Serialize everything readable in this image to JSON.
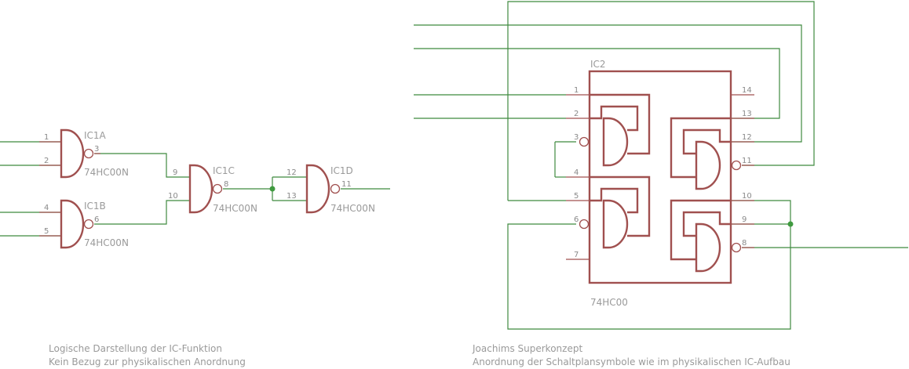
{
  "left_section": {
    "gates": [
      {
        "ref": "IC1A",
        "value": "74HC00N",
        "pin_a": "1",
        "pin_b": "2",
        "pin_out": "3"
      },
      {
        "ref": "IC1B",
        "value": "74HC00N",
        "pin_a": "4",
        "pin_b": "5",
        "pin_out": "6"
      },
      {
        "ref": "IC1C",
        "value": "74HC00N",
        "pin_a": "9",
        "pin_b": "10",
        "pin_out": "8"
      },
      {
        "ref": "IC1D",
        "value": "74HC00N",
        "pin_a": "12",
        "pin_b": "13",
        "pin_out": "11"
      }
    ],
    "caption_line1": "Logische Darstellung der IC-Funktion",
    "caption_line2": "Kein Bezug zur physikalischen Anordnung"
  },
  "right_section": {
    "ic_ref": "IC2",
    "ic_value": "74HC00",
    "left_pins": [
      "1",
      "2",
      "3",
      "4",
      "5",
      "6",
      "7"
    ],
    "right_pins": [
      "14",
      "13",
      "12",
      "11",
      "10",
      "9",
      "8"
    ],
    "caption_line1": "Joachims Superkonzept",
    "caption_line2": "Anordnung der Schaltplansymbole wie im physikalischen IC-Aufbau"
  },
  "colors": {
    "wire": "#3f8a3f",
    "symbol": "#a0504f",
    "text": "#9a9a9a",
    "junction": "#3f9a3f"
  }
}
